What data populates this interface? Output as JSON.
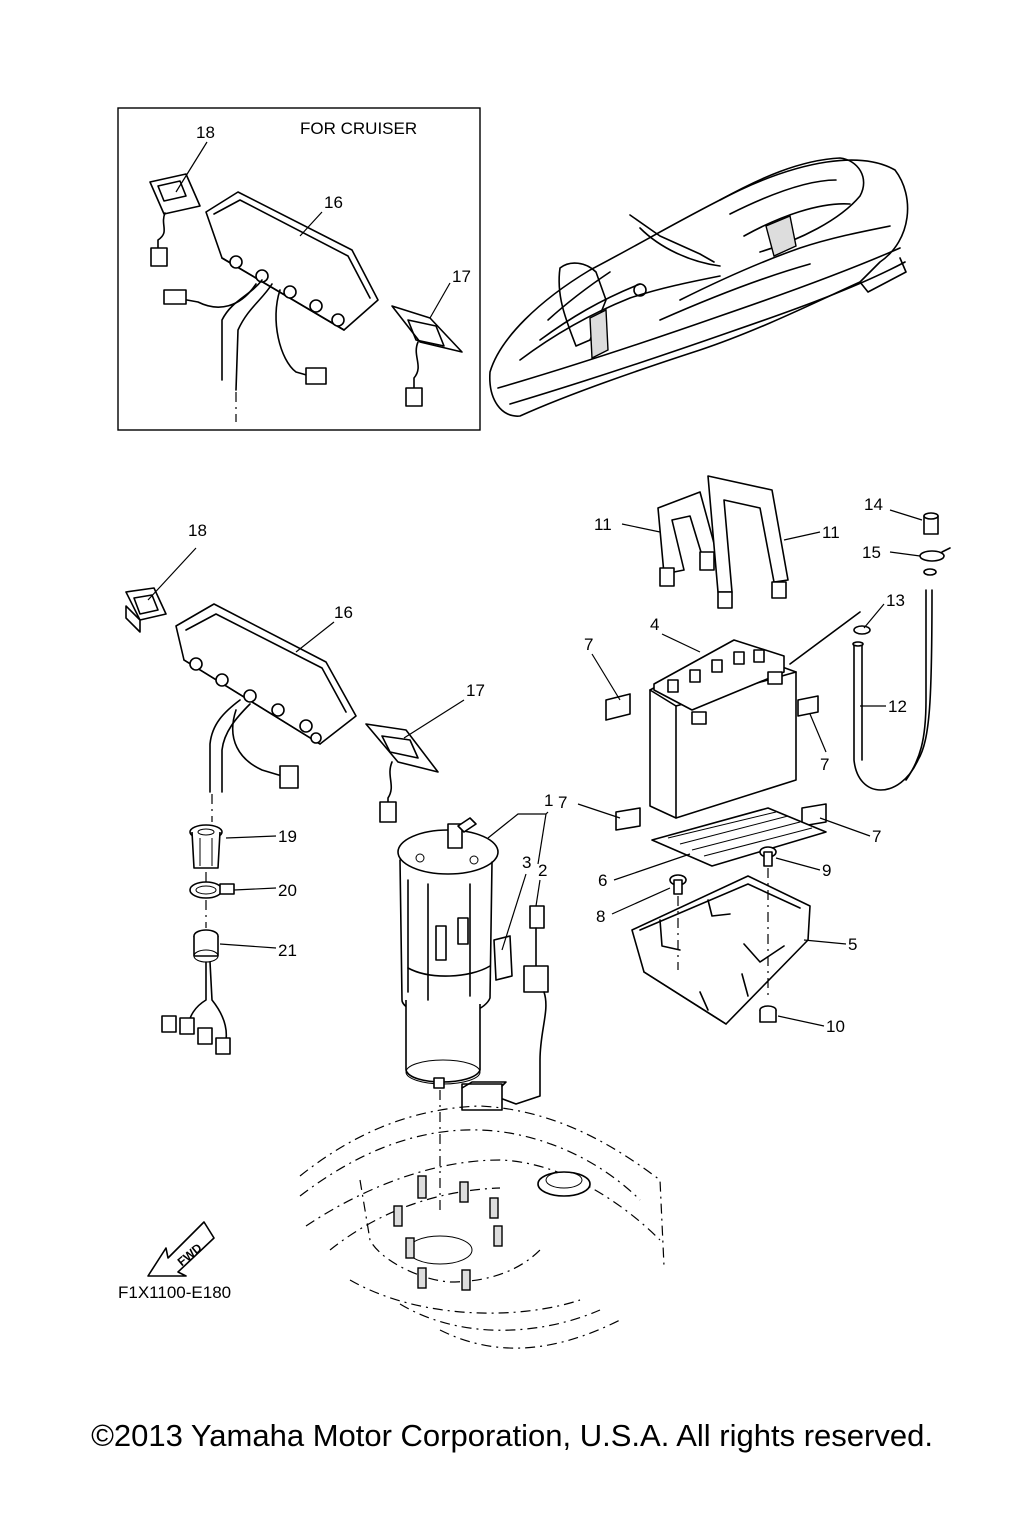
{
  "diagram": {
    "inset_title": "FOR CRUISER",
    "figure_code": "F1X1100-E180",
    "fwd_label": "FWD",
    "callouts": {
      "inset_18": "18",
      "inset_16": "16",
      "inset_17": "17",
      "p18": "18",
      "p16": "16",
      "p17a": "17",
      "p19": "19",
      "p20": "20",
      "p21": "21",
      "p1": "1",
      "p3": "3",
      "p2": "2",
      "p4": "4",
      "p5": "5",
      "p6": "6",
      "p7a": "7",
      "p7b": "7",
      "p7c": "7",
      "p7d": "7",
      "p8": "8",
      "p9": "9",
      "p10": "10",
      "p11a": "11",
      "p11b": "11",
      "p12": "12",
      "p13": "13",
      "p14": "14",
      "p15": "15"
    }
  },
  "footer": {
    "copyright": "©2013 Yamaha Motor Corporation, U.S.A. All rights reserved."
  }
}
